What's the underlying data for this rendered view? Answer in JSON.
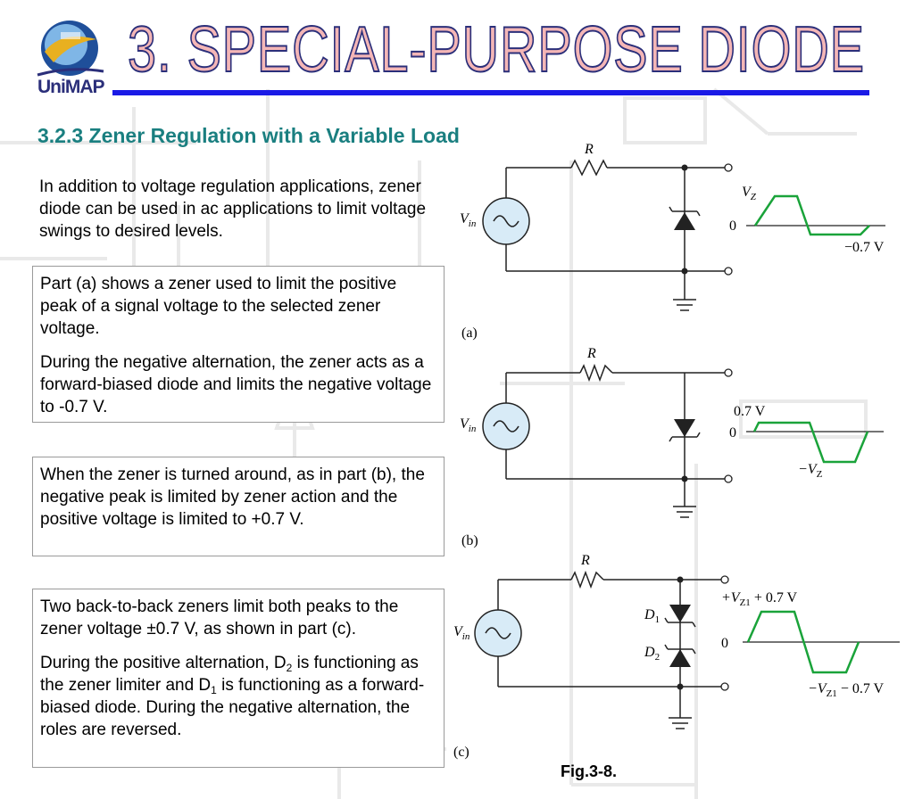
{
  "header": {
    "title": "3. SPECIAL-PURPOSE DIODE",
    "logo_text": "UniMAP"
  },
  "section": {
    "heading": "3.2.3  Zener Regulation with a Variable Load"
  },
  "text": {
    "intro": "In addition to voltage regulation applications, zener diode can be used in ac applications to limit voltage swings to desired levels.",
    "box_a_p1": "Part (a) shows a zener used to limit the positive peak of a signal voltage to the selected zener voltage.",
    "box_a_p2": "During the negative alternation, the zener acts as a forward-biased diode and limits the negative voltage to -0.7 V.",
    "box_b": "When the zener is turned around, as in part (b), the negative peak is limited by zener action and the positive voltage is limited to +0.7 V.",
    "box_c_p1": "Two back-to-back zeners limit both peaks to the zener voltage ±0.7 V, as shown in part (c).",
    "box_c_p2_a": "During the positive alternation, D",
    "box_c_p2_sub1": "2",
    "box_c_p2_b": " is functioning as the zener limiter and D",
    "box_c_p2_sub2": "1",
    "box_c_p2_c": " is functioning as a forward-biased diode. During the negative alternation, the roles are reversed."
  },
  "figure": {
    "caption": "Fig.3-8.",
    "circuits": [
      {
        "part_label": "(a)",
        "resistor_label": "R",
        "source_label": "V",
        "source_sub": "in",
        "upper_level": "V",
        "upper_level_sub": "Z",
        "zero_label": "0",
        "lower_level": "−0.7 V"
      },
      {
        "part_label": "(b)",
        "resistor_label": "R",
        "source_label": "V",
        "source_sub": "in",
        "upper_level": "0.7 V",
        "zero_label": "0",
        "lower_level": "−V",
        "lower_level_sub": "Z"
      },
      {
        "part_label": "(c)",
        "resistor_label": "R",
        "source_label": "V",
        "source_sub": "in",
        "diode1_label": "D",
        "diode1_sub": "1",
        "diode2_label": "D",
        "diode2_sub": "2",
        "upper_level_a": "+V",
        "upper_level_sub": "Z1",
        "upper_level_b": " + 0.7 V",
        "zero_label": "0",
        "lower_level_a": "−V",
        "lower_level_sub": "Z1",
        "lower_level_b": " − 0.7 V"
      }
    ]
  },
  "colors": {
    "title_fill": "#f4b6b6",
    "title_outline": "#2b2f7a",
    "title_rule": "#1a1ae6",
    "heading": "#1a7f80",
    "waveform": "#1aa33a",
    "source_fill": "#d8ebf7"
  }
}
